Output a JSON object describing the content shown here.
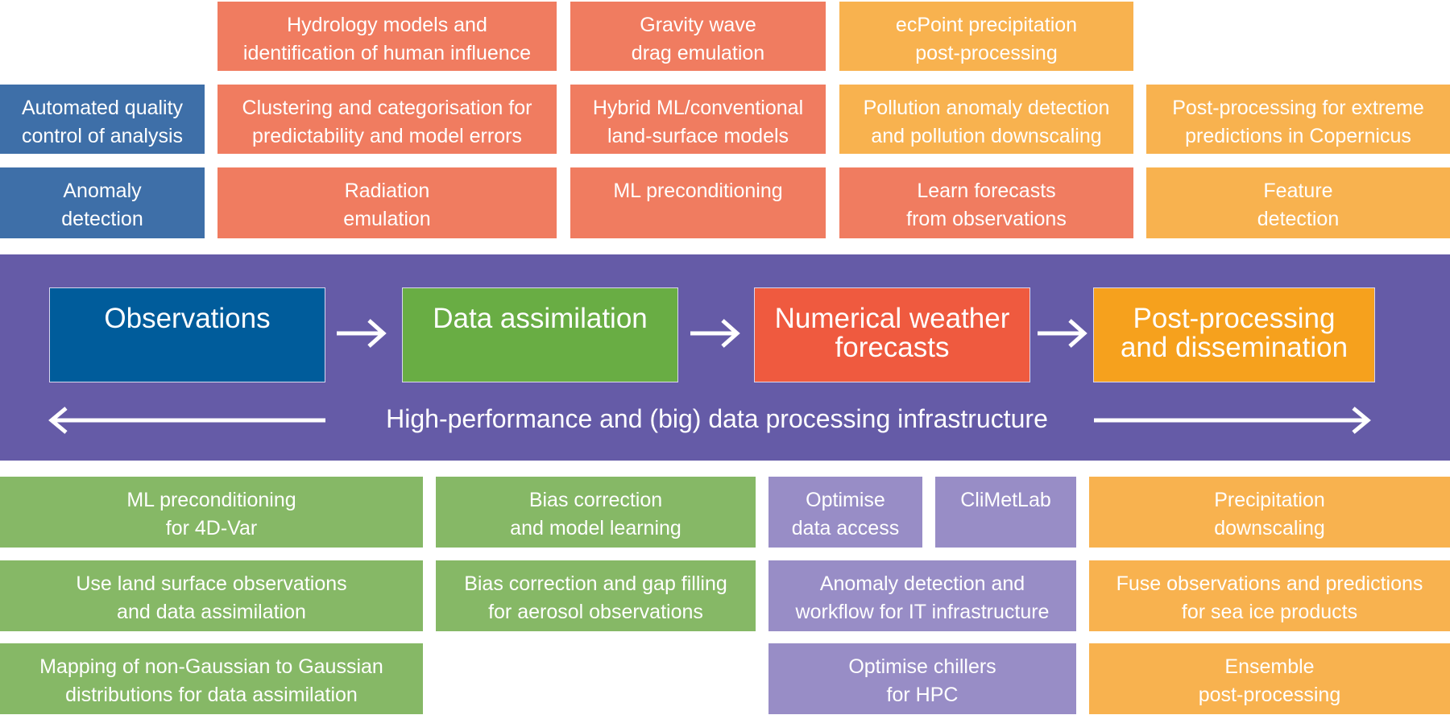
{
  "top_row_1": [
    "Hydrology models and\nidentification of human influence",
    "Gravity wave\ndrag emulation",
    "ecPoint precipitation\npost-processing"
  ],
  "top_row_2": [
    "Automated quality\ncontrol of analysis",
    "Clustering and categorisation for\npredictability and model errors",
    "Hybrid ML/conventional\nland-surface models",
    "Pollution anomaly detection\nand pollution downscaling",
    "Post-processing for extreme\npredictions in Copernicus"
  ],
  "top_row_3": [
    "Anomaly\ndetection",
    "Radiation\nemulation",
    "ML preconditioning",
    "Learn forecasts\nfrom observations",
    "Feature\ndetection"
  ],
  "workflow": {
    "stages": [
      "Observations",
      "Data assimilation",
      "Numerical weather\nforecasts",
      "Post-processing\nand dissemination"
    ],
    "infrastructure": "High-performance and (big) data processing infrastructure"
  },
  "bottom_green": [
    "ML preconditioning\nfor 4D-Var",
    "Bias correction\nand model learning",
    "Use land surface observations\nand data assimilation",
    "Bias correction and gap filling\nfor aerosol observations",
    "Mapping of non-Gaussian to Gaussian\ndistributions for data assimilation"
  ],
  "bottom_purple": [
    "Optimise\ndata access",
    "CliMetLab",
    "Anomaly detection and\nworkflow for IT infrastructure",
    "Optimise chillers\nfor HPC"
  ],
  "bottom_amber": [
    "Precipitation\ndownscaling",
    "Fuse observations and predictions\nfor sea ice products",
    "Ensemble\npost-processing"
  ],
  "colors": {
    "observations": "#005c9b",
    "data_assimilation": "#69ad44",
    "numerical_forecasts": "#ef5a3f",
    "post_processing": "#f6a11d",
    "infrastructure": "#655ba7"
  }
}
